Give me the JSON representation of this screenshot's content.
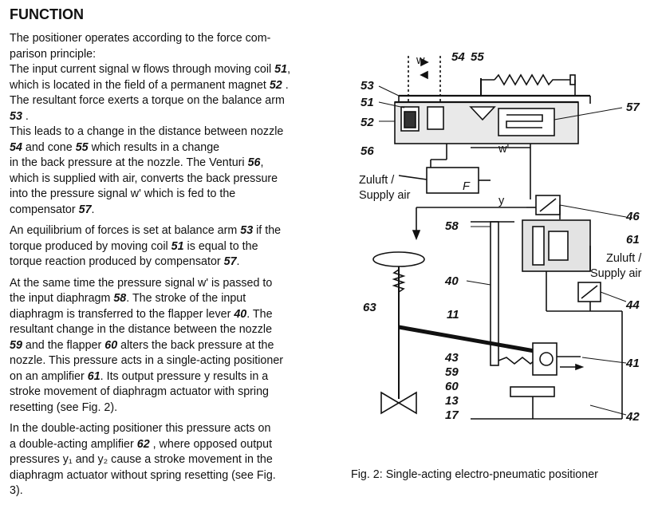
{
  "heading": "FUNCTION",
  "paragraphs": [
    [
      [
        "The positioner operates according to the force com-"
      ],
      [
        "parison principle:"
      ],
      [
        "The input current signal w flows through moving coil ",
        "51",
        ","
      ],
      [
        "which is located in the field of a permanent magnet ",
        "52",
        " ."
      ],
      [
        "The resultant force exerts a torque on the balance arm"
      ],
      [
        "",
        "53",
        " ."
      ],
      [
        "This leads to a change in the distance between nozzle"
      ],
      [
        "",
        "54",
        "  and cone ",
        "55",
        "  which results in a change"
      ],
      [
        "in the back pressure at the nozzle.  The Venturi ",
        "56",
        ","
      ],
      [
        "which is supplied with air, converts the back pressure"
      ],
      [
        "into the pressure signal w' which is fed to the"
      ],
      [
        "compensator ",
        "57",
        "."
      ]
    ],
    [
      [
        "An equilibrium of forces is set at balance arm ",
        "53",
        "  if the"
      ],
      [
        "torque produced by moving coil ",
        "51",
        " is equal to the"
      ],
      [
        "torque reaction produced by compensator ",
        "57",
        "."
      ]
    ],
    [
      [
        "At the same time the pressure signal w' is passed to"
      ],
      [
        "the input diaphragm ",
        "58",
        ". The stroke of the input"
      ],
      [
        "diaphragm is transferred to the flapper lever ",
        "40",
        ". The"
      ],
      [
        "resultant change in the distance between the nozzle"
      ],
      [
        "",
        "59",
        " and the flapper ",
        "60",
        "  alters the back pressure at the"
      ],
      [
        "nozzle.  This pressure acts in a single-acting positioner"
      ],
      [
        "on an amplifier ",
        "61",
        ". Its output pressure y results in a"
      ],
      [
        "stroke movement of diaphragm actuator with spring"
      ],
      [
        "resetting (see Fig. 2)."
      ]
    ],
    [
      [
        "In the double-acting positioner this pressure acts on"
      ],
      [
        "a double-acting amplifier ",
        "62",
        " , where opposed output"
      ],
      [
        "pressures y₁ and y₂ cause a stroke movement in the"
      ],
      [
        "diaphragm actuator without spring resetting (see Fig."
      ],
      [
        "3)."
      ]
    ]
  ],
  "figure": {
    "labels": {
      "n53": "53",
      "n51": "51",
      "n52": "52",
      "n54": "54",
      "n55": "55",
      "n57": "57",
      "n56": "56",
      "n46": "46",
      "n58": "58",
      "n61": "61",
      "n40": "40",
      "n44": "44",
      "n63": "63",
      "n11": "11",
      "n43": "43",
      "n41": "41",
      "n59": "59",
      "n60": "60",
      "n13": "13",
      "n17": "17",
      "n42": "42"
    },
    "signal_w": "w",
    "signal_w_prime": "w'",
    "signal_y": "y",
    "venturi_f": "F",
    "supply_air_left": [
      "Zuluft /",
      "Supply air"
    ],
    "supply_air_right": [
      "Zuluft /",
      "Supply air"
    ]
  },
  "caption": "Fig. 2: Single-acting electro-pneumatic positioner"
}
